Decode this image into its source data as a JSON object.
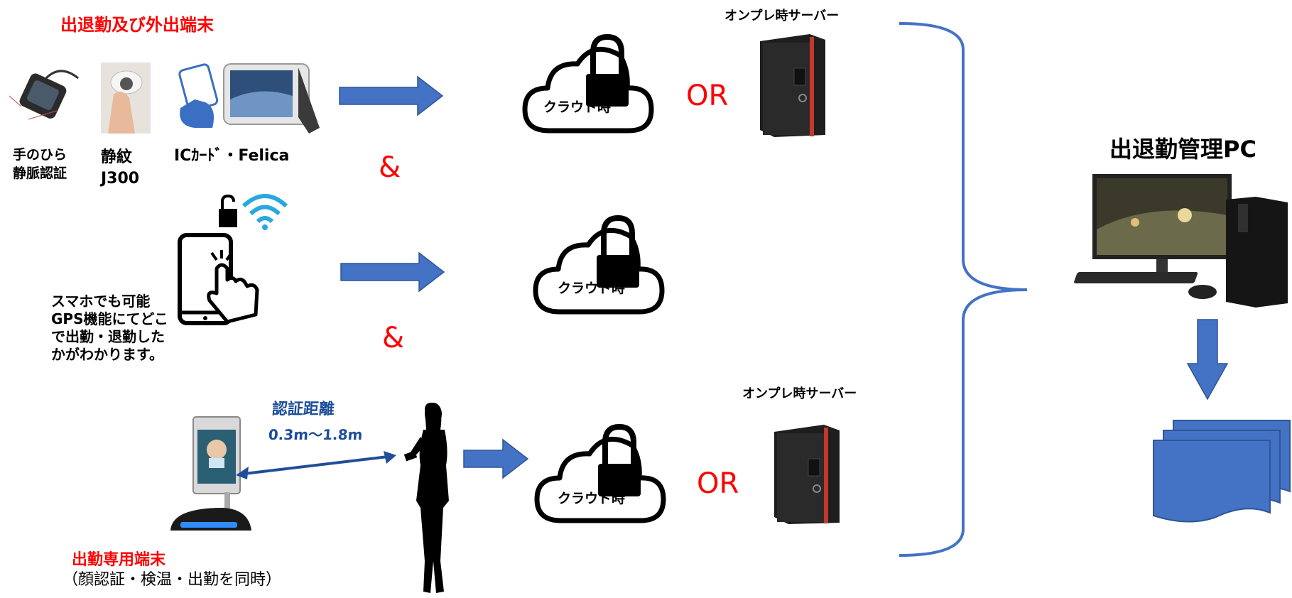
{
  "title_terminals": "出退勤及び外出端末",
  "devices": {
    "palm_label": [
      "手のひら",
      "静脈認証"
    ],
    "vein_label": [
      "静紋",
      "J300"
    ],
    "ic_label": "ICｶｰﾄﾞ・Felica"
  },
  "smartphone_text": [
    "スマホでも可能",
    "GPS機能にてどこ",
    "で出勤・退勤した",
    "かがわかります。"
  ],
  "ampersand": "&",
  "or_label": "OR",
  "cloud_label": "クラウド時",
  "server_label": "オンプレ時サーバー",
  "pc_title": "出退勤管理PC",
  "distance": {
    "label": "認証距離",
    "range": "0.3m～1.8m"
  },
  "face_terminal": {
    "title": "出勤専用端末",
    "subtitle": "（顔認証・検温・出勤を同時）"
  },
  "colors": {
    "arrow_blue": "#4472c4",
    "red": "#ff0000",
    "dark_blue": "#1f4e9a",
    "wifi": "#29a8e0"
  },
  "icons": [
    "palm-vein-scanner-icon",
    "vein-scanner-icon",
    "ic-card-icon",
    "tablet-terminal-icon",
    "smartphone-tap-icon",
    "padlock-icon",
    "wifi-icon",
    "cloud-lock-icon",
    "tower-server-icon",
    "desktop-pc-icon",
    "documents-icon",
    "face-recognition-terminal-icon",
    "person-silhouette-icon"
  ]
}
